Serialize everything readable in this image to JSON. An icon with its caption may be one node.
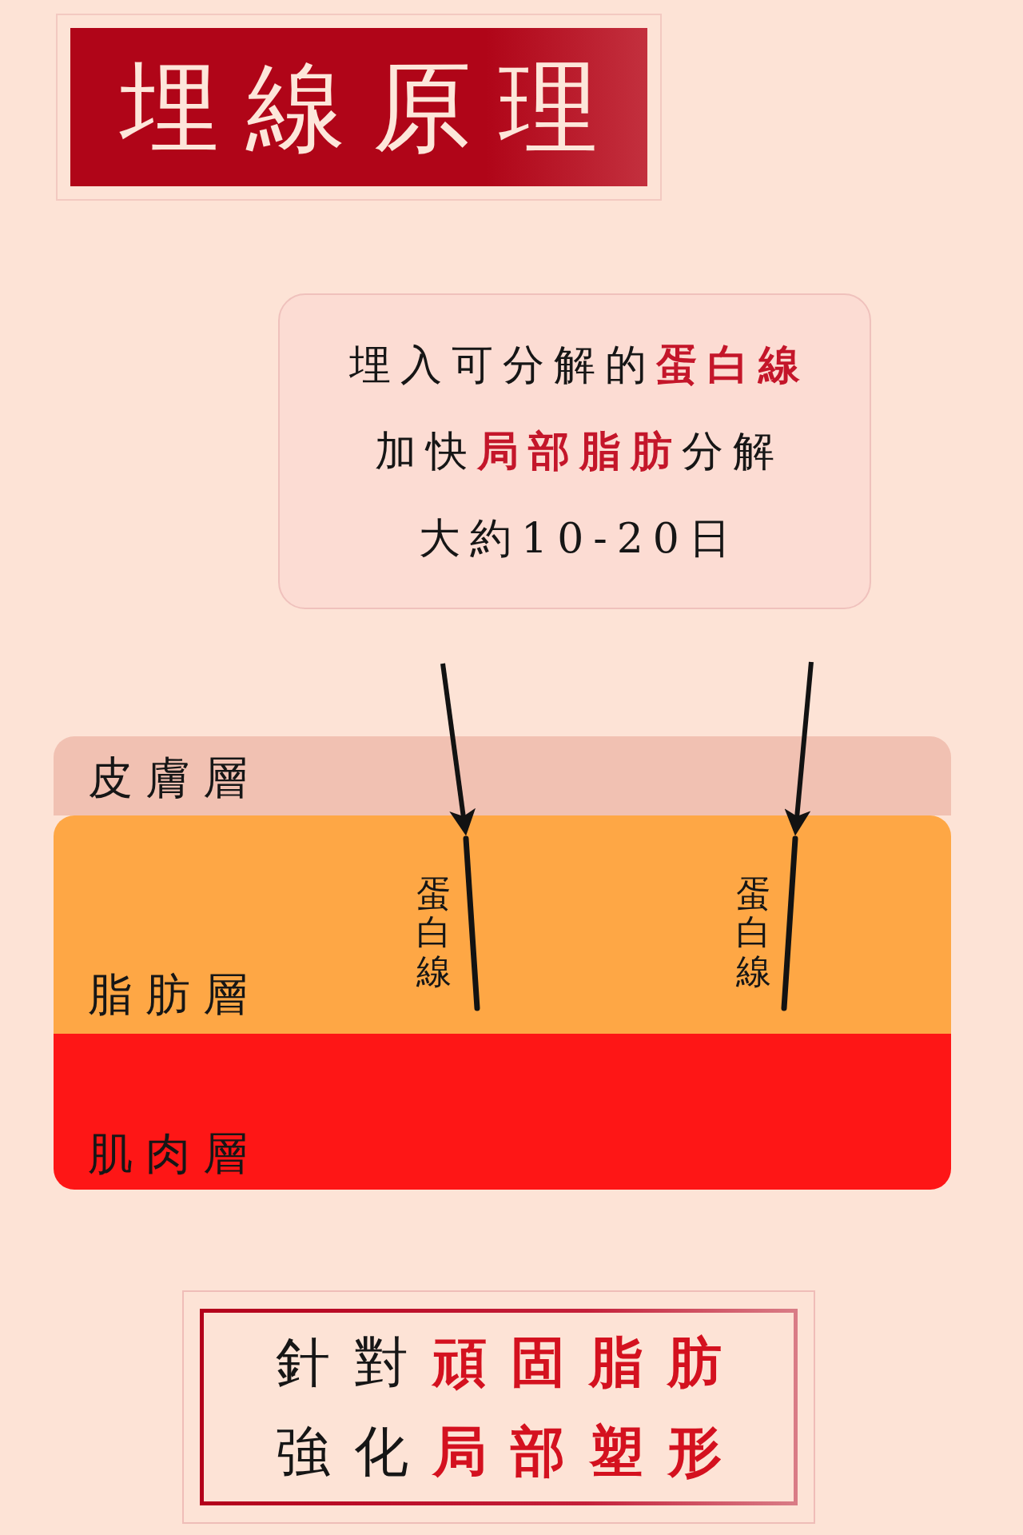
{
  "diagram": {
    "title": "埋線原理",
    "nodes": [
      {
        "text": [
          "埋入可分解的**蛋白線**",
          "加快**局部脂肪**分解",
          "大約10-20日"
        ]
      },
      {
        "text": [
          "皮膚層"
        ]
      },
      {
        "text": [
          "脂肪層"
        ]
      },
      {
        "text": [],
        "shape": "bar",
        "beside": [
          "蛋白線"
        ],
        "in": 2
      },
      {
        "text": [],
        "shape": "bar",
        "beside": [
          "蛋白線"
        ],
        "in": 2
      },
      {
        "text": [
          "肌肉層"
        ]
      },
      {
        "text": [
          "針對**頑固脂肪**",
          "強化**局部塑形**"
        ]
      }
    ],
    "edges": [
      {
        "from": null,
        "to": 3,
        "arrow": "to"
      },
      {
        "from": null,
        "to": 4,
        "arrow": "to"
      }
    ]
  }
}
